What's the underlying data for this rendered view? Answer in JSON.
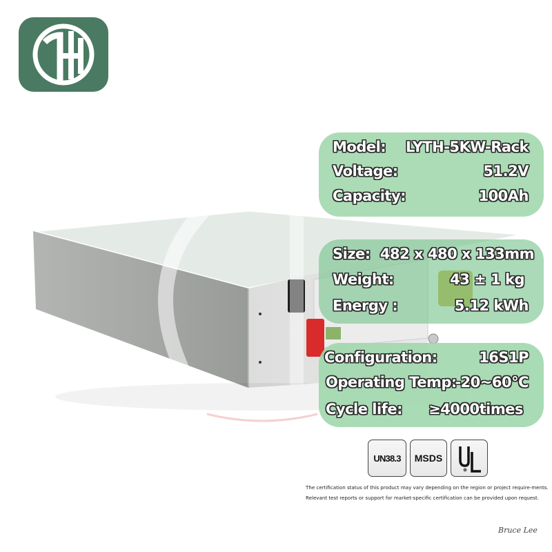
{
  "brand": {
    "logo_letters": "TH",
    "logo_bg_color": "#4a7a62"
  },
  "spec_panels": [
    {
      "rows": [
        {
          "label": "Model:",
          "value": "LYTH-5KW-Rack"
        },
        {
          "label": "Voltage:",
          "value": "51.2V"
        },
        {
          "label": "Capacity:",
          "value": "100Ah"
        }
      ]
    },
    {
      "rows": [
        {
          "label": "Size:",
          "value": "482 x 480 x 133mm"
        },
        {
          "label": "Weight:",
          "value": "43 ± 1 kg"
        },
        {
          "label": "Energy :",
          "value": "5.12 kWh"
        }
      ]
    },
    {
      "rows": [
        {
          "label": "Configuration:",
          "value": "16S1P"
        },
        {
          "label": "Operating Temp:",
          "value": "-20~60°C"
        },
        {
          "label": "Cycle life:",
          "value": "≥4000times"
        }
      ]
    }
  ],
  "certifications": {
    "badges": [
      {
        "label": "UN38.3"
      },
      {
        "label": "MSDS"
      },
      {
        "label": "UL"
      }
    ],
    "note": "The certification status of this product may vary depending on the region or project require-ments. Relevant test reports or support for market-specific certification can be provided upon request."
  },
  "signature": "Bruce Lee",
  "colors": {
    "panel_green": "#a8dab2",
    "logo_green": "#4a7a62",
    "battery_gray": "#a3a6a3"
  }
}
